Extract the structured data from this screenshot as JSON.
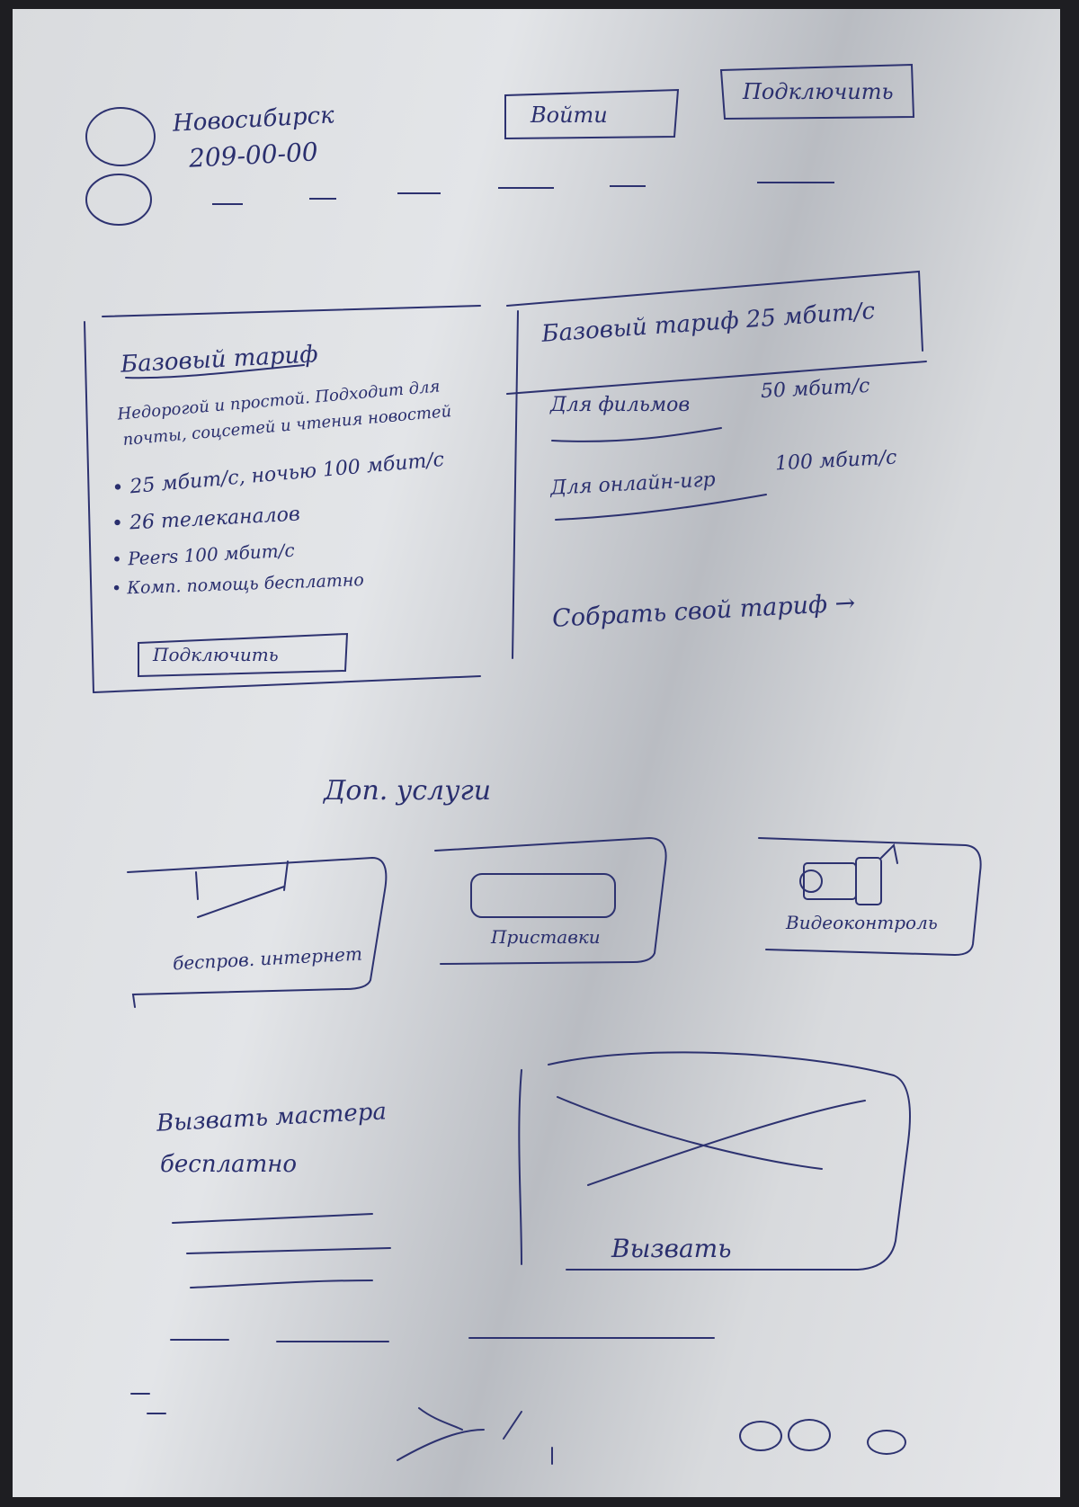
{
  "header": {
    "city": "Новосибирск",
    "phone": "209-00-00",
    "login_label": "Войти",
    "connect_label": "Подключить",
    "nav_items": [
      "",
      "",
      "",
      "",
      "",
      ""
    ]
  },
  "tariff_card": {
    "title": "Базовый тариф",
    "description_line1": "Недорогой и простой. Подходит для",
    "description_line2": "почты, соцсетей и чтения новостей",
    "features": [
      "25 мбит/с, ночью 100 мбит/с",
      "26 телеканалов",
      "Peers 100 мбит/с",
      "Комп. помощь бесплатно"
    ],
    "connect_label": "Подключить"
  },
  "tariff_side": {
    "title": "Базовый тариф 25 мбит/с",
    "options": [
      {
        "label": "Для фильмов",
        "value": "50 мбит/с"
      },
      {
        "label": "Для онлайн-игр",
        "value": "100 мбит/с"
      }
    ],
    "build_link": "Собрать свой тариф →"
  },
  "services": {
    "title": "Доп. услуги",
    "items": [
      {
        "label": "беспров. интернет",
        "icon": "router-icon"
      },
      {
        "label": "Приставки",
        "icon": "tv-box-icon"
      },
      {
        "label": "Видеоконтроль",
        "icon": "camera-icon"
      }
    ]
  },
  "call_master": {
    "title_line1": "Вызвать мастера",
    "title_line2": "бесплатно",
    "button_label": "Вызвать"
  },
  "footer": {
    "social_icons": [
      "social-icon",
      "social-icon",
      "social-icon"
    ]
  }
}
